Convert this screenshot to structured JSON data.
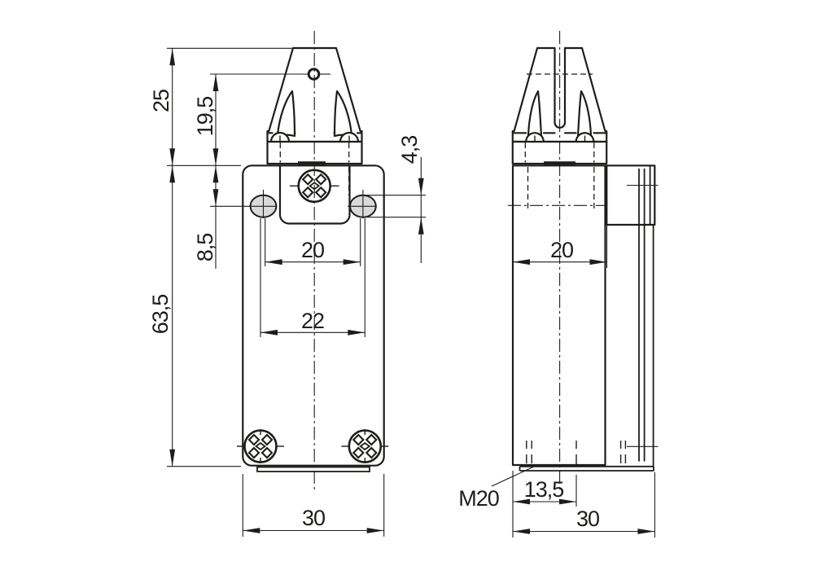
{
  "drawing": {
    "colors": {
      "background": "#ffffff",
      "line": "#1d1d1b",
      "slot_fill": "#d9d9d9"
    },
    "front_view": {
      "dim_head_height": "25",
      "dim_hole_height": "19,5",
      "dim_body_height": "63,5",
      "dim_slot_offset": "8,5",
      "dim_slot_width": "4,3",
      "dim_hole_spacing_inner": "20",
      "dim_hole_spacing_outer": "22",
      "dim_body_width": "30"
    },
    "side_view": {
      "dim_front_depth": "20",
      "dim_cable_entry_offset": "13,5",
      "dim_total_depth": "30",
      "thread_label": "M20"
    }
  }
}
